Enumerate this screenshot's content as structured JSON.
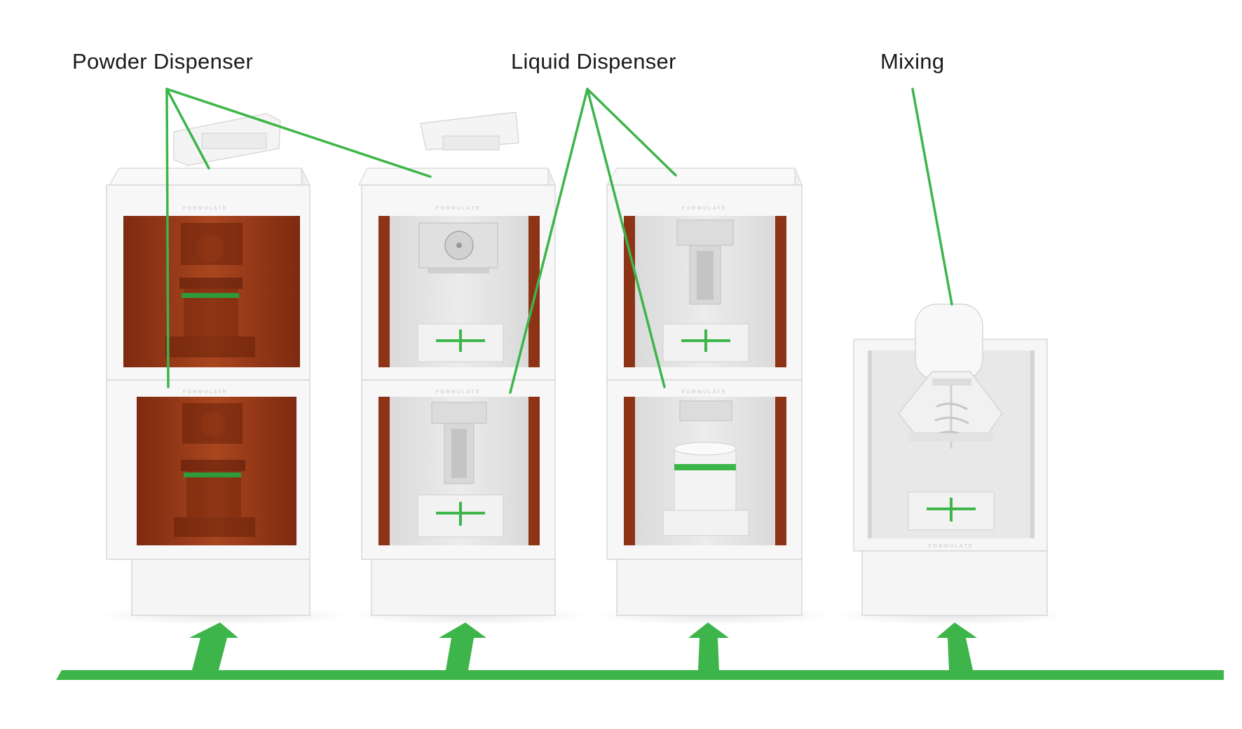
{
  "labels": {
    "powder": "Powder Dispenser",
    "liquid": "Liquid Dispenser",
    "mixing": "Mixing"
  },
  "brand_text": "FORMULATE",
  "colors": {
    "accent_green": "#3db54a",
    "amber_window": "#9b3a18",
    "cabinet_white": "#f7f7f7",
    "interior_grey": "#e4e4e4"
  },
  "icons": {
    "flow_arrow": "up-arrow-icon",
    "target_marker": "crosshair-icon"
  }
}
